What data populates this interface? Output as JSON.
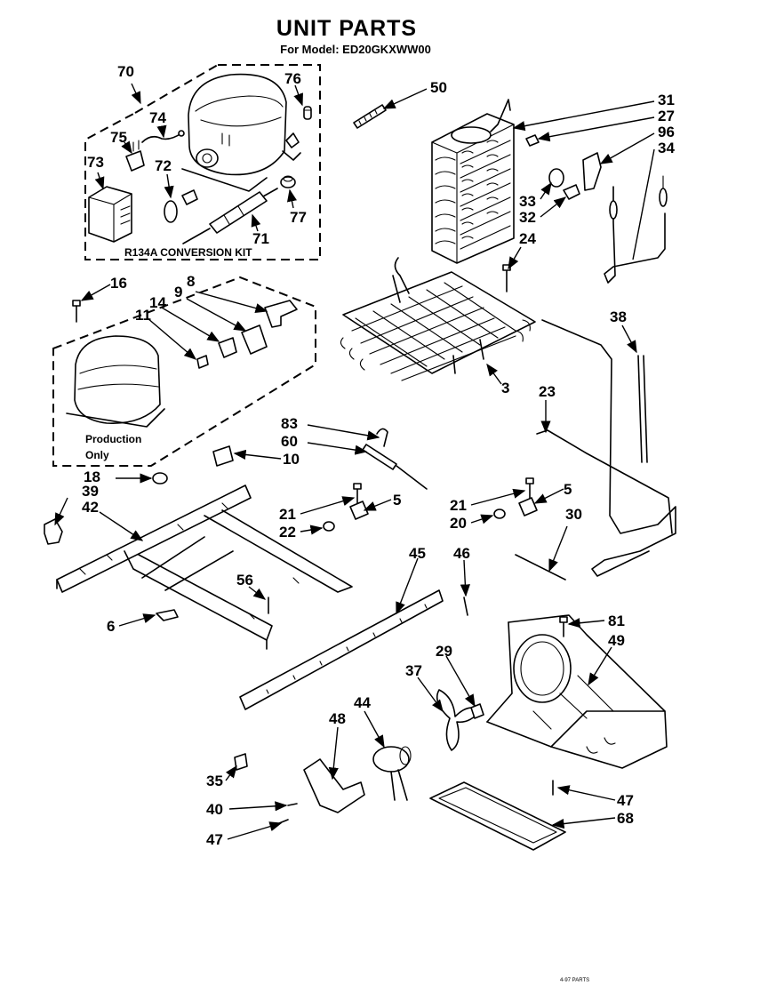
{
  "title": "UNIT PARTS",
  "subtitle": "For Model: ED20GKXWW00",
  "captions": {
    "conversion_kit": "R134A CONVERSION KIT",
    "production": "Production",
    "only": "Only"
  },
  "callouts": [
    "70",
    "76",
    "74",
    "75",
    "73",
    "72",
    "77",
    "71",
    "50",
    "31",
    "27",
    "96",
    "34",
    "33",
    "32",
    "24",
    "16",
    "8",
    "9",
    "14",
    "11",
    "3",
    "38",
    "23",
    "83",
    "60",
    "10",
    "18",
    "39",
    "42",
    "21",
    "5",
    "22",
    "21",
    "5",
    "20",
    "30",
    "45",
    "46",
    "56",
    "6",
    "81",
    "49",
    "29",
    "37",
    "44",
    "48",
    "35",
    "40",
    "47",
    "47",
    "68"
  ],
  "footer_mark": "4-97 PARTS"
}
